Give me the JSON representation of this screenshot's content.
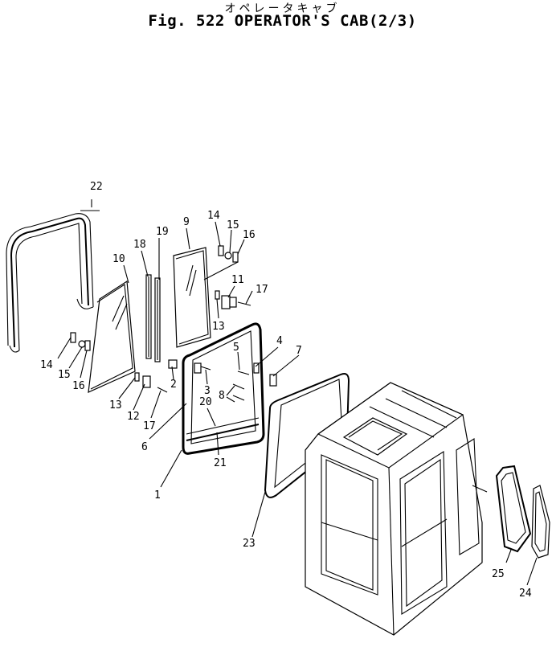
{
  "header": {
    "kana": "オペレータキャブ",
    "title": "Fig. 522 OPERATOR'S CAB(2/3)"
  },
  "callouts": {
    "c1": "1",
    "c2": "2",
    "c3": "3",
    "c4": "4",
    "c5": "5",
    "c6": "6",
    "c7": "7",
    "c8": "8",
    "c9": "9",
    "c10": "10",
    "c11": "11",
    "c12": "12",
    "c13a": "13",
    "c13b": "13",
    "c14a": "14",
    "c14b": "14",
    "c15a": "15",
    "c15b": "15",
    "c16a": "16",
    "c16b": "16",
    "c17a": "17",
    "c17b": "17",
    "c18": "18",
    "c19": "19",
    "c20": "20",
    "c21": "21",
    "c22": "22",
    "c23": "23",
    "c24": "24",
    "c25": "25"
  }
}
